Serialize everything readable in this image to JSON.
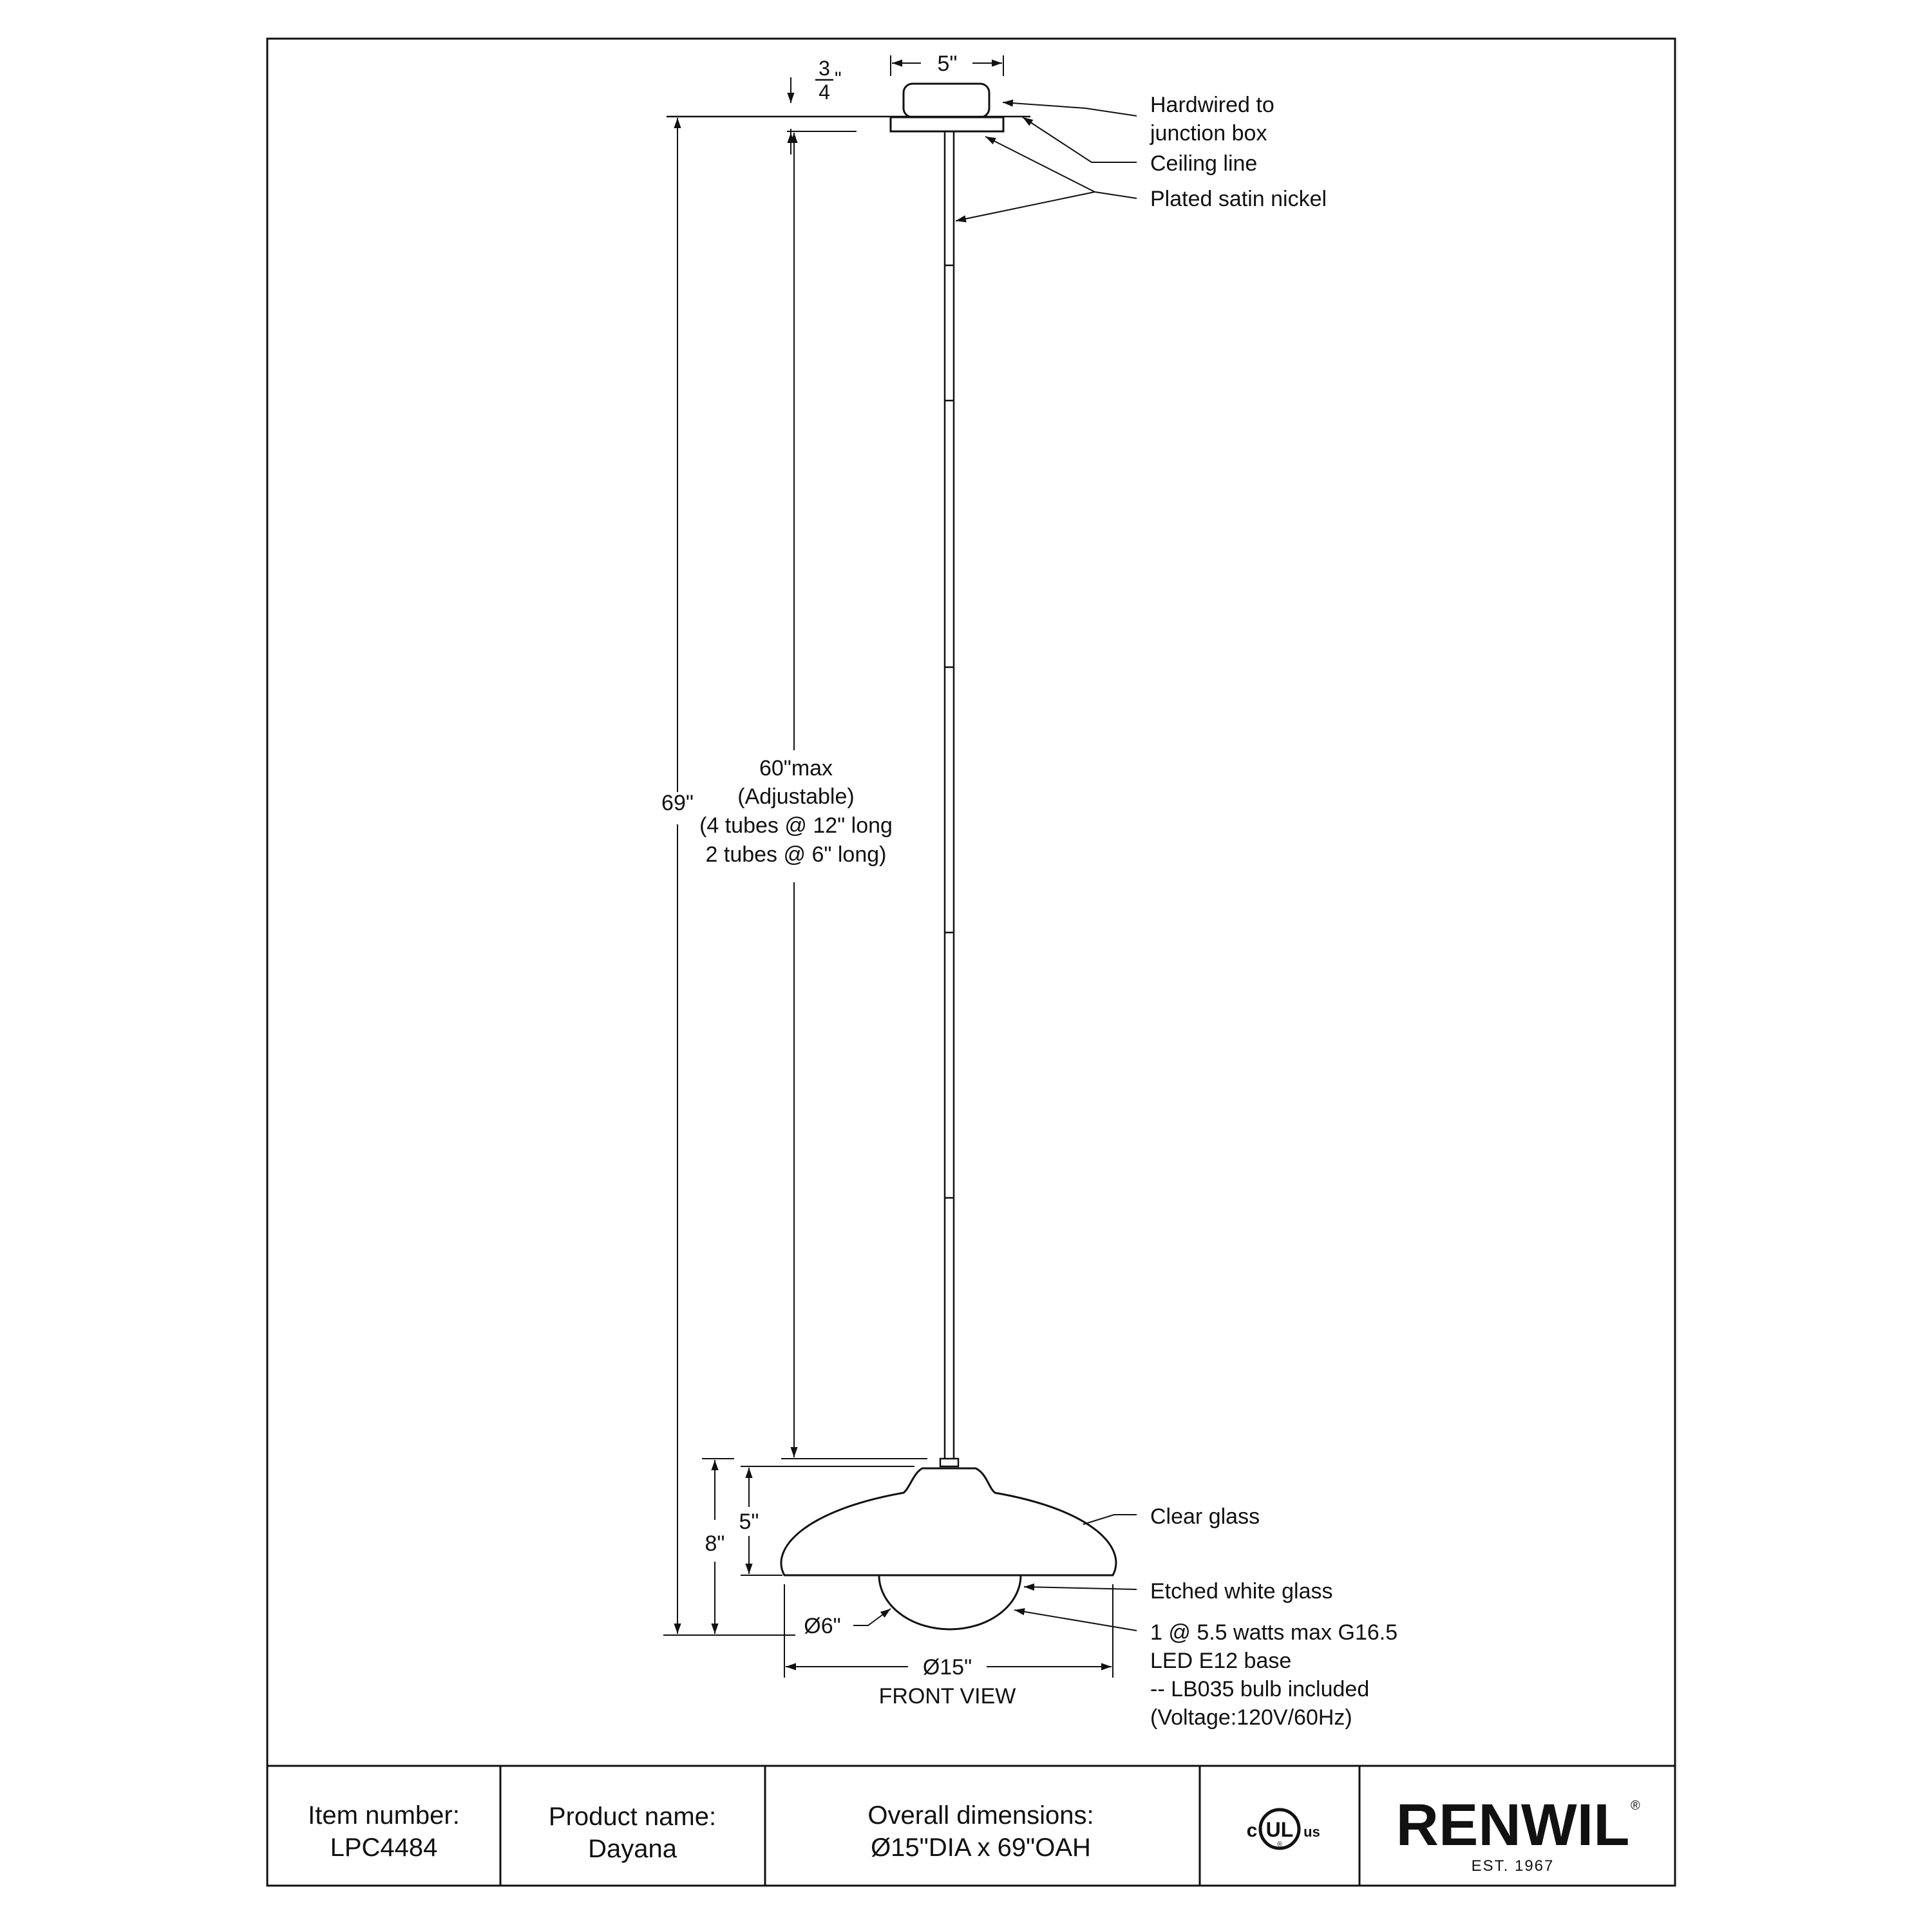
{
  "drawing": {
    "view_label": "FRONT VIEW",
    "dimensions": {
      "canopy_width": "5\"",
      "canopy_height_num": "3",
      "canopy_height_den": "4",
      "canopy_height_unit": "\"",
      "overall_height": "69\"",
      "stem_length_lines": [
        "60\"max",
        "(Adjustable)",
        "(4 tubes @ 12\" long",
        "2 tubes @ 6\" long)"
      ],
      "shade_height": "8\"",
      "shade_top_height": "5\"",
      "globe_diameter": "Ø6\"",
      "shade_diameter": "Ø15\""
    },
    "callouts": {
      "hardwired": [
        "Hardwired to",
        "junction box"
      ],
      "ceiling_line": "Ceiling line",
      "finish": "Plated satin nickel",
      "clear_glass": "Clear glass",
      "etched_glass": "Etched white glass",
      "bulb": [
        "1 @ 5.5 watts max G16.5",
        "LED E12 base",
        "-- LB035 bulb included",
        "(Voltage:120V/60Hz)"
      ]
    }
  },
  "title_block": {
    "item_label": "Item number:",
    "item_value": "LPC4484",
    "product_label": "Product name:",
    "product_value": "Dayana",
    "dimensions_label": "Overall dimensions:",
    "dimensions_value": "Ø15\"DIA x 69\"OAH",
    "certification": {
      "left": "c",
      "center": "UL",
      "right": "us",
      "registered": "®"
    },
    "brand": {
      "name": "RENWIL",
      "registered": "®",
      "tagline": "EST. 1967"
    }
  }
}
